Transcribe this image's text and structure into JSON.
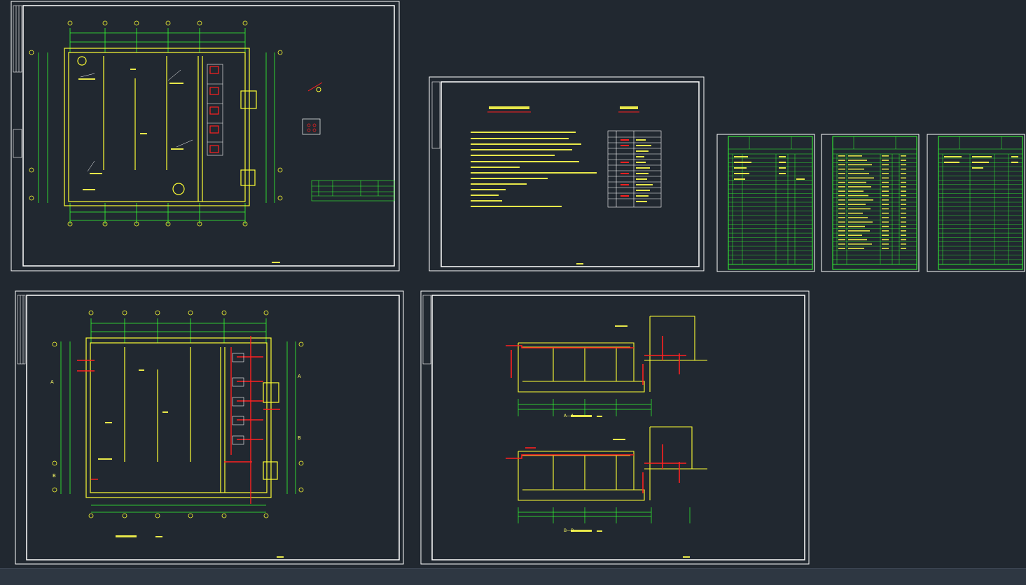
{
  "drawing": {
    "sheets": [
      {
        "id": "plan-top-left",
        "kind": "floor-plan"
      },
      {
        "id": "design-notes",
        "kind": "notes"
      },
      {
        "id": "equipment-list-1",
        "kind": "table"
      },
      {
        "id": "equipment-list-2",
        "kind": "table"
      },
      {
        "id": "equipment-list-3",
        "kind": "table"
      },
      {
        "id": "plan-bottom-left",
        "kind": "pipe-plan"
      },
      {
        "id": "sections",
        "kind": "sections"
      }
    ],
    "labels": {
      "section_a": "A",
      "section_b": "B",
      "section_aa": "A—A",
      "section_bb": "B—B"
    },
    "colors": {
      "background": "#212830",
      "sheet_border": "#ffffff",
      "wall": "#ffff33",
      "dimension": "#33ff33",
      "pipe": "#ff2020",
      "text": "#e8e84a"
    }
  }
}
